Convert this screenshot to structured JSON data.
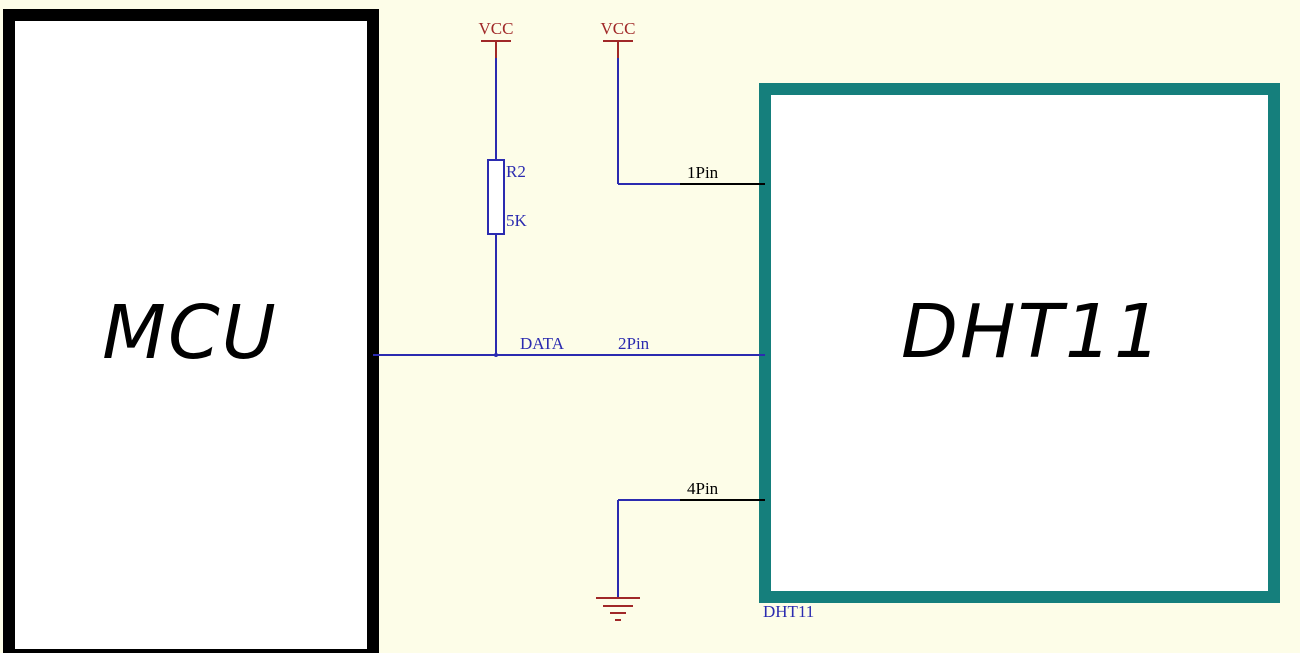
{
  "mcu": {
    "label": "MCU"
  },
  "sensor": {
    "label": "DHT11",
    "designator": "DHT11"
  },
  "power": [
    {
      "label": "VCC"
    },
    {
      "label": "VCC"
    }
  ],
  "resistor": {
    "ref": "R2",
    "value": "5K"
  },
  "nets": {
    "data_label": "DATA"
  },
  "pins": {
    "pin1": "1Pin",
    "pin2": "2Pin",
    "pin4": "4Pin"
  },
  "colors": {
    "background": "#fdfde8",
    "mcu_border": "#000000",
    "sensor_border": "#157f7c",
    "wire": "#2b2bb0",
    "power": "#a02828",
    "pin_line": "#000000"
  }
}
